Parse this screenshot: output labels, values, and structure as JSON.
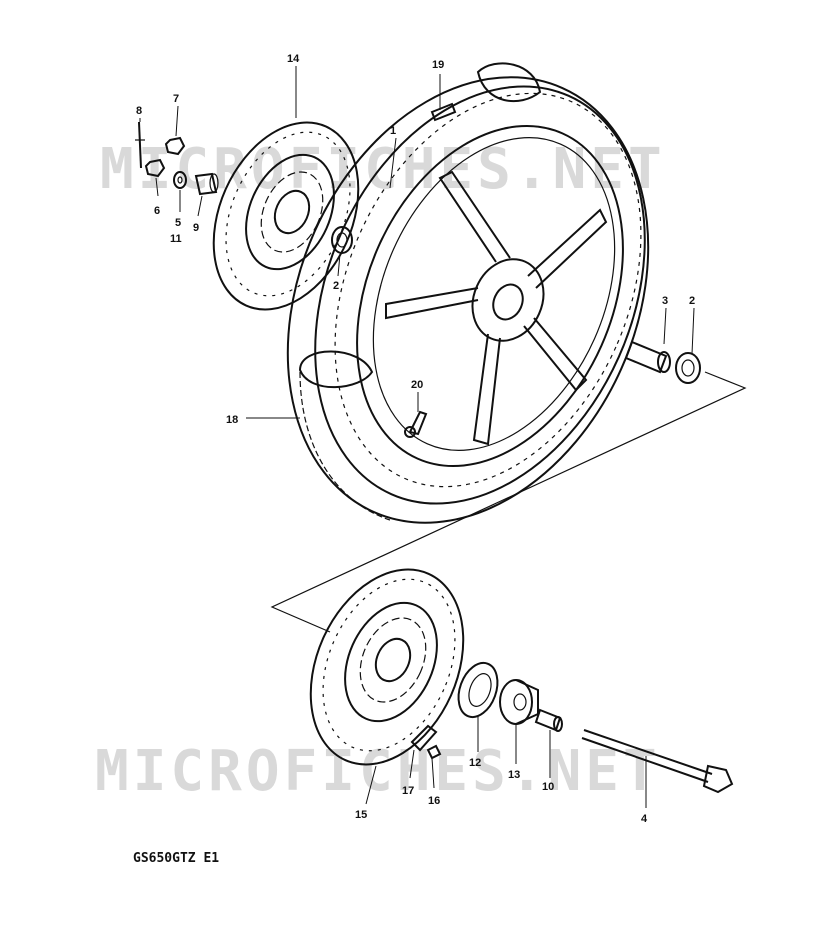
{
  "watermarks": [
    "MICROFICHES.NET",
    "MICROFICHES.NET"
  ],
  "model_label": "GS650GTZ E1",
  "callouts": [
    {
      "id": "c1",
      "text": "1"
    },
    {
      "id": "c2a",
      "text": "2"
    },
    {
      "id": "c2b",
      "text": "2"
    },
    {
      "id": "c3",
      "text": "3"
    },
    {
      "id": "c4",
      "text": "4"
    },
    {
      "id": "c5",
      "text": "5"
    },
    {
      "id": "c6",
      "text": "6"
    },
    {
      "id": "c7",
      "text": "7"
    },
    {
      "id": "c8",
      "text": "8"
    },
    {
      "id": "c9",
      "text": "9"
    },
    {
      "id": "c10",
      "text": "10"
    },
    {
      "id": "c11",
      "text": "11"
    },
    {
      "id": "c12",
      "text": "12"
    },
    {
      "id": "c13",
      "text": "13"
    },
    {
      "id": "c14",
      "text": "14"
    },
    {
      "id": "c15",
      "text": "15"
    },
    {
      "id": "c16",
      "text": "16"
    },
    {
      "id": "c17",
      "text": "17"
    },
    {
      "id": "c18",
      "text": "18"
    },
    {
      "id": "c19",
      "text": "19"
    },
    {
      "id": "c20",
      "text": "20"
    }
  ]
}
